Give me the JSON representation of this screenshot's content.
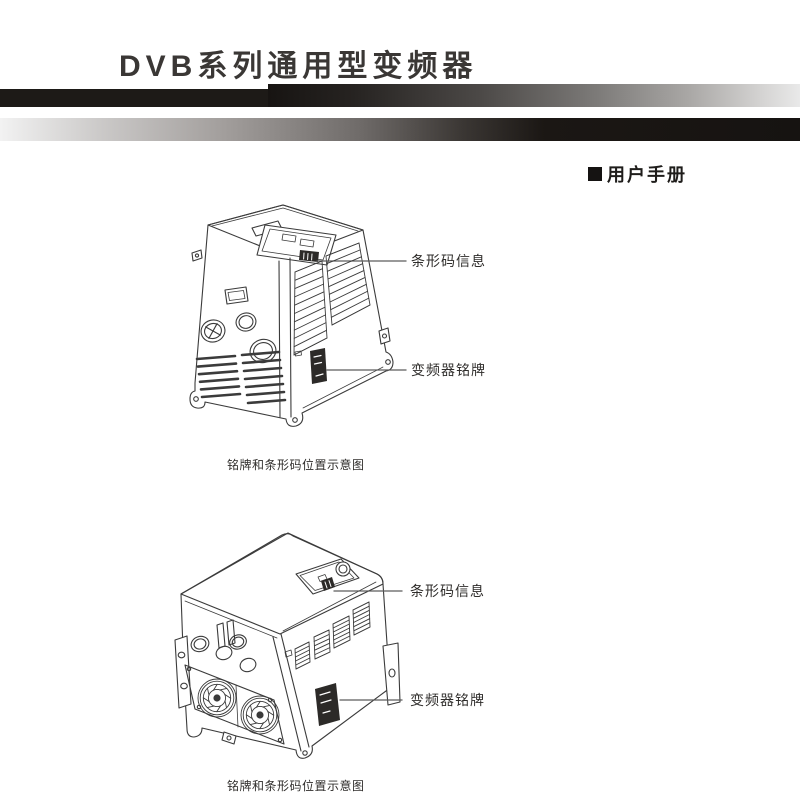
{
  "header": {
    "title": "DVB系列通用型变频器",
    "manual_label": "用户手册"
  },
  "figure1": {
    "barcode_label": "条形码信息",
    "nameplate_label": "变频器铭牌",
    "caption": "铭牌和条形码位置示意图"
  },
  "figure2": {
    "barcode_label": "条形码信息",
    "nameplate_label": "变频器铭牌",
    "caption": "铭牌和条形码位置示意图"
  },
  "colors": {
    "line": "#3b3b3b",
    "dark_fill": "#2c2a28",
    "bar_black": "#1d1a17",
    "leader": "#5c5c5c",
    "text": "#2f2d2b"
  }
}
